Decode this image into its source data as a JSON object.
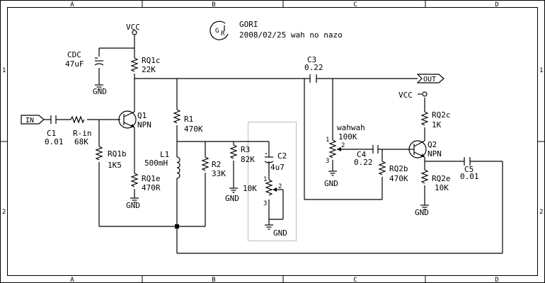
{
  "title_block": {
    "author": "GORI",
    "subtitle": "2008/02/25 wah no nazo"
  },
  "border": {
    "columns": [
      "A",
      "B",
      "C",
      "D"
    ],
    "rows": [
      "1",
      "2"
    ]
  },
  "ports": {
    "input": "IN",
    "output": "OUT"
  },
  "components": {
    "vcc_top": "VCC",
    "vcc_right": "VCC",
    "cdc": {
      "ref": "CDC",
      "value": "47uF"
    },
    "rq1c": {
      "ref": "RQ1c",
      "value": "22K"
    },
    "c3": {
      "ref": "C3",
      "value": "0.22"
    },
    "c1": {
      "ref": "C1",
      "value": "0.01"
    },
    "rin": {
      "ref": "R-in",
      "value": "68K"
    },
    "q1": {
      "ref": "Q1",
      "value": "NPN"
    },
    "rq1b": {
      "ref": "RQ1b",
      "value": "1K5"
    },
    "rq1e": {
      "ref": "RQ1e",
      "value": "470R"
    },
    "r1": {
      "ref": "R1",
      "value": "470K"
    },
    "l1": {
      "ref": "L1",
      "value": "500mH"
    },
    "r2": {
      "ref": "R2",
      "value": "33K"
    },
    "r3": {
      "ref": "R3",
      "value": "82K"
    },
    "c2": {
      "ref": "C2",
      "value": "4u7"
    },
    "pot10k": {
      "value": "10K",
      "pin1": "1",
      "pin2": "2",
      "pin3": "3"
    },
    "wahwah": {
      "ref": "wahwah",
      "value": "100K",
      "pin1": "1",
      "pin2": "2",
      "pin3": "3"
    },
    "c4": {
      "ref": "C4",
      "value": "0.22"
    },
    "rq2b": {
      "ref": "RQ2b",
      "value": "470K"
    },
    "q2": {
      "ref": "Q2",
      "value": "NPN"
    },
    "rq2c": {
      "ref": "RQ2c",
      "value": "1K"
    },
    "rq2e": {
      "ref": "RQ2e",
      "value": "10K"
    },
    "c5": {
      "ref": "C5",
      "value": "0.01"
    }
  },
  "grounds": {
    "gnd_cdc": "GND",
    "gnd_q1": "GND",
    "gnd_r3": "GND",
    "gnd_pot": "GND",
    "gnd_wah": "GND",
    "gnd_q2": "GND"
  }
}
